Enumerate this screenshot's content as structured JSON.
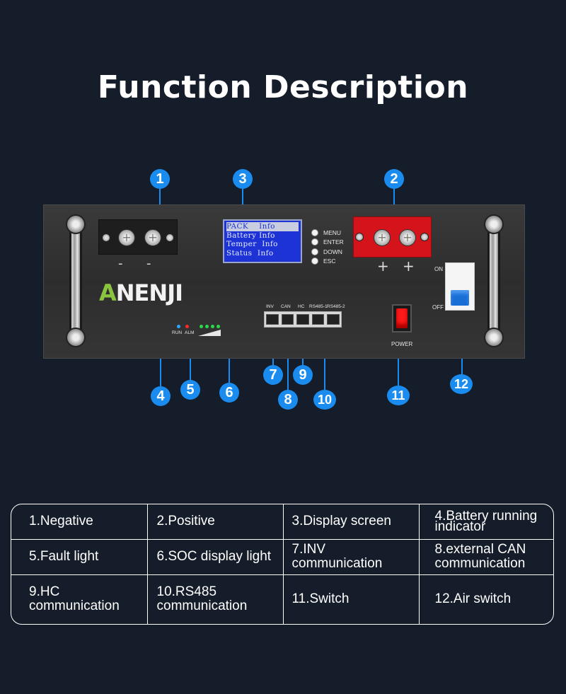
{
  "title": "Function Description",
  "brand": "ANENJI",
  "lcd": [
    "PACK    Info",
    "Battery Info",
    "Temper  Info",
    "Status  Info"
  ],
  "buttons": [
    "MENU",
    "ENTER",
    "DOWN",
    "ESC"
  ],
  "terminals": {
    "negative_sign": "-",
    "positive_sign": "+"
  },
  "indicators": {
    "run": "RUN",
    "alm": "ALM"
  },
  "ports": [
    "INV",
    "CAN",
    "HC",
    "RS485-1",
    "RS485-2"
  ],
  "power_label": "POWER",
  "air_switch": {
    "on": "ON",
    "off": "OFF"
  },
  "callouts": [
    "1",
    "2",
    "3",
    "4",
    "5",
    "6",
    "7",
    "8",
    "9",
    "10",
    "11",
    "12"
  ],
  "colors": {
    "background": "#141d29",
    "callout": "#1a8cf0",
    "positive_terminal": "#d4141a",
    "lcd": "#1d33d6",
    "logo_accent": "#8bc53f"
  },
  "functions": [
    [
      "1.Negative",
      "2.Positive",
      "3.Display screen",
      "4.Battery running indicator"
    ],
    [
      "5.Fault light",
      "6.SOC display light",
      "7.INV communication",
      "8.external CAN communication"
    ],
    [
      "9.HC communication",
      "10.RS485 communication",
      "11.Switch",
      "12.Air switch"
    ]
  ]
}
